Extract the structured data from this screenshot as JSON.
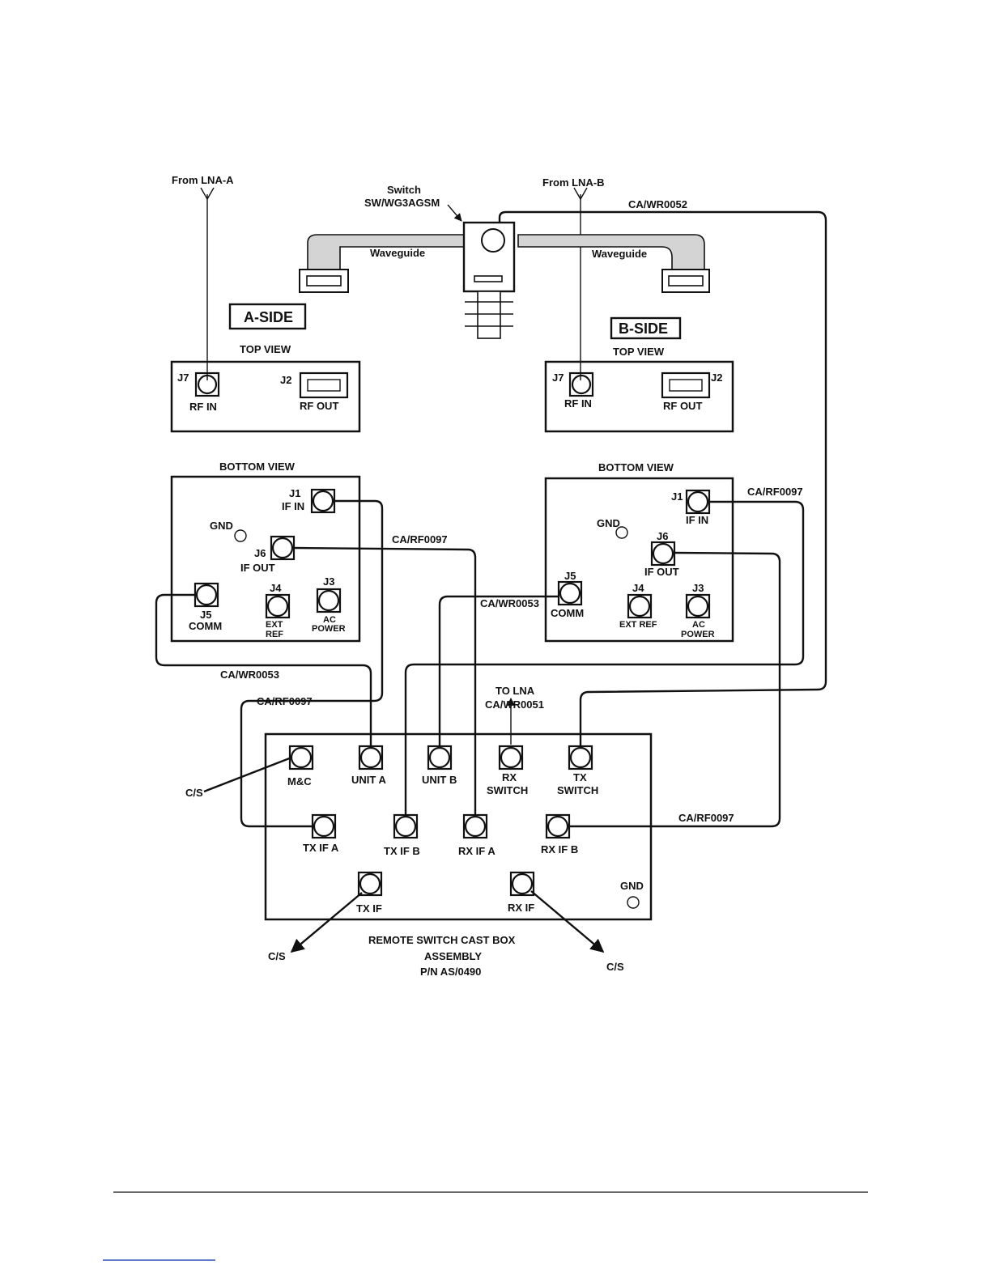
{
  "feeds": {
    "lna_a": "From LNA-A",
    "lna_b": "From LNA-B"
  },
  "switch": {
    "label_line1": "Switch",
    "label_line2": "SW/WG3AGSM"
  },
  "waveguide": {
    "left": "Waveguide",
    "right": "Waveguide"
  },
  "sides": {
    "a": "A-SIDE",
    "b": "B-SIDE"
  },
  "top_view": {
    "title_a": "TOP VIEW",
    "title_b": "TOP VIEW",
    "j7": "J7",
    "j2": "J2",
    "rf_in": "RF  IN",
    "rf_out": "RF  OUT"
  },
  "bottom_view": {
    "title_a": "BOTTOM VIEW",
    "title_b": "BOTTOM VIEW",
    "j1": "J1",
    "if_in": "IF IN",
    "gnd": "GND",
    "j6": "J6",
    "if_out": "IF OUT",
    "j5": "J5",
    "comm": "COMM",
    "j4": "J4",
    "ext": "EXT",
    "ref": "REF",
    "ext_ref": "EXT REF",
    "j3": "J3",
    "ac": "AC",
    "power": "POWER"
  },
  "cables": {
    "wr0052": "CA/WR0052",
    "rf0097": "CA/RF0097",
    "wr0053": "CA/WR0053",
    "to_lna": "TO LNA",
    "wr0051": "CA/WR0051"
  },
  "cast_box": {
    "mc": "M&C",
    "unit_a": "UNIT A",
    "unit_b": "UNIT B",
    "rx": "RX",
    "tx": "TX",
    "switch_word": "SWITCH",
    "tx_if_a": "TX IF  A",
    "tx_if_b": "TX IF  B",
    "rx_if_a": "RX IF  A",
    "rx_if_b": "RX IF  B",
    "tx_if": "TX IF",
    "rx_if": "RX IF",
    "gnd": "GND",
    "cs": "C/S",
    "title_line1": "REMOTE SWITCH CAST BOX",
    "title_line2": "ASSEMBLY",
    "title_line3": "P/N AS/0490"
  }
}
